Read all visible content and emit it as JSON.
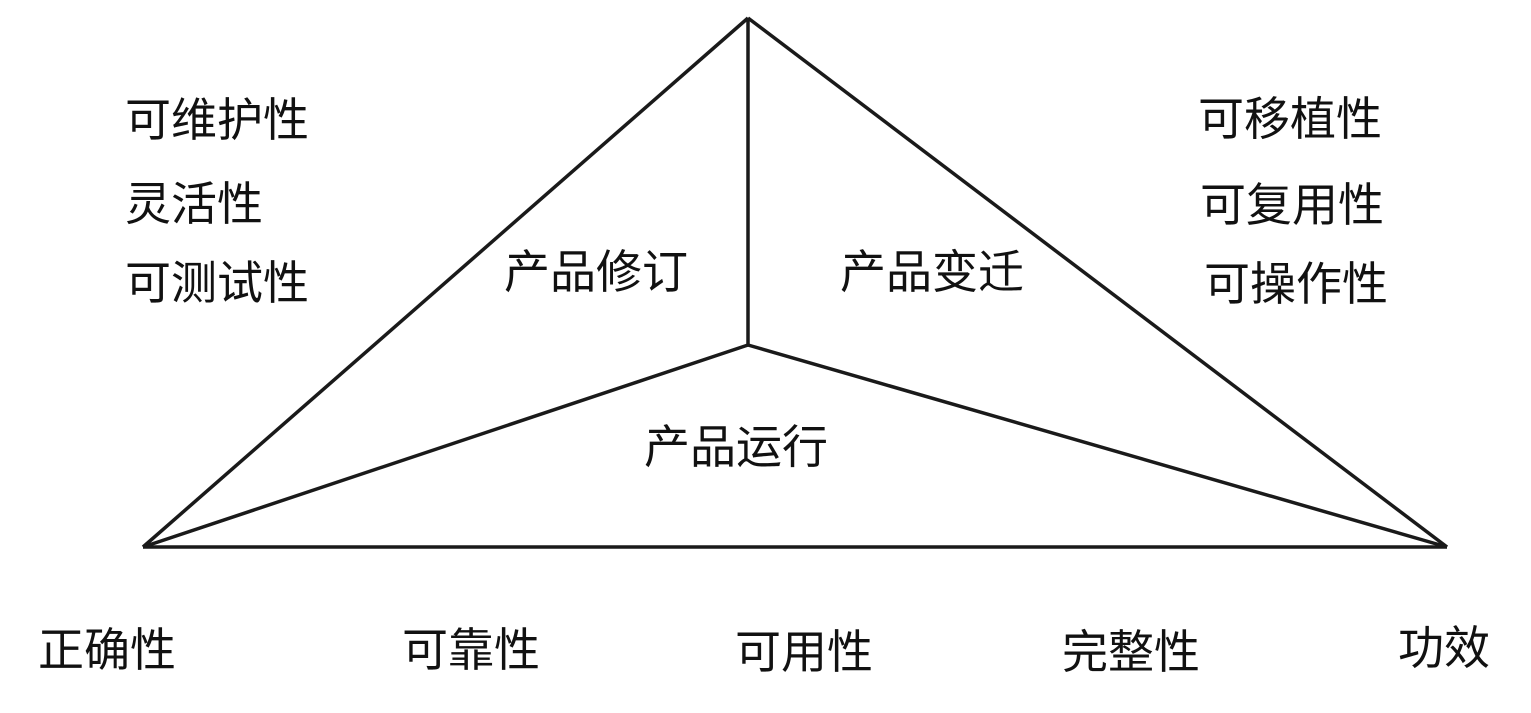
{
  "diagram": {
    "regions": {
      "revision": "产品修订",
      "transition": "产品变迁",
      "operation": "产品运行"
    },
    "revision_factors": [
      "可维护性",
      "灵活性",
      "可测试性"
    ],
    "transition_factors": [
      "可移植性",
      "可复用性",
      "可操作性"
    ],
    "operation_factors": [
      "正确性",
      "可靠性",
      "可用性",
      "完整性",
      "功效"
    ],
    "line_color": "#1a1a1a"
  }
}
